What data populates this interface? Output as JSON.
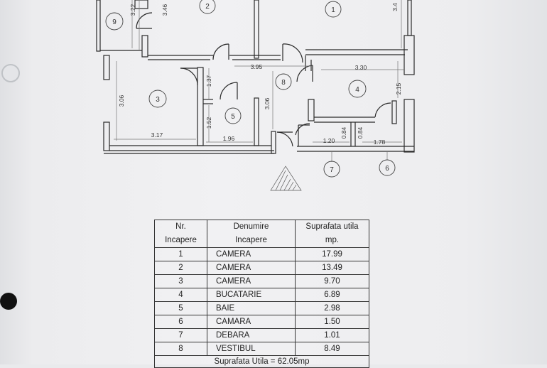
{
  "plan": {
    "room_numbers": [
      "1",
      "2",
      "3",
      "4",
      "5",
      "6",
      "7",
      "8",
      "9"
    ],
    "dimensions": {
      "d_322": "3.22",
      "d_346": "3.46",
      "d_34": "3.4",
      "d_395": "3.95",
      "d_330": "3.30",
      "d_137": "1.37",
      "d_306_left": "3.06",
      "d_306_mid": "3.06",
      "d_215": "2.15",
      "d_152": "1.52",
      "d_317": "3.17",
      "d_196": "1.96",
      "d_120": "1.20",
      "d_084_a": "0.84",
      "d_084_b": "0.84",
      "d_178": "1.78"
    }
  },
  "table": {
    "headers": {
      "nr_line1": "Nr.",
      "nr_line2": "Incapere",
      "name_line1": "Denumire",
      "name_line2": "Incapere",
      "area_line1": "Suprafata utila",
      "area_line2": "mp."
    },
    "rows": [
      {
        "nr": "1",
        "name": "CAMERA",
        "area": "17.99"
      },
      {
        "nr": "2",
        "name": "CAMERA",
        "area": "13.49"
      },
      {
        "nr": "3",
        "name": "CAMERA",
        "area": "9.70"
      },
      {
        "nr": "4",
        "name": "BUCATARIE",
        "area": "6.89"
      },
      {
        "nr": "5",
        "name": "BAIE",
        "area": "2.98"
      },
      {
        "nr": "6",
        "name": "CAMARA",
        "area": "1.50"
      },
      {
        "nr": "7",
        "name": "DEBARA",
        "area": "1.01"
      },
      {
        "nr": "8",
        "name": "VESTIBUL",
        "area": "8.49"
      }
    ],
    "total": "Suprafata Utila = 62.05mp"
  }
}
